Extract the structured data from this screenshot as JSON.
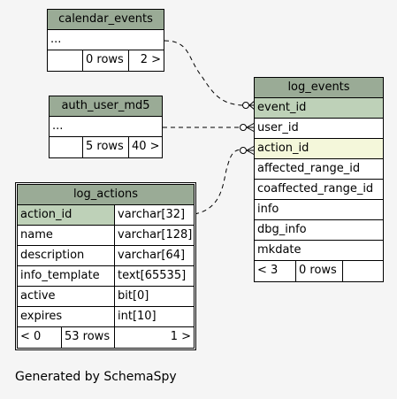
{
  "footer": "Generated by SchemaSpy",
  "calendar_events": {
    "title": "calendar_events",
    "ellipsis": "...",
    "stats": {
      "c1": "",
      "rows": "0 rows",
      "count": "2 >"
    }
  },
  "auth_user_md5": {
    "title": "auth_user_md5",
    "ellipsis": "...",
    "stats": {
      "c1": "",
      "rows": "5 rows",
      "count": "40 >"
    }
  },
  "log_events": {
    "title": "log_events",
    "columns": [
      "event_id",
      "user_id",
      "action_id",
      "affected_range_id",
      "coaffected_range_id",
      "info",
      "dbg_info",
      "mkdate"
    ],
    "stats": {
      "c1": "< 3",
      "rows": "0 rows",
      "count": ""
    }
  },
  "log_actions": {
    "title": "log_actions",
    "columns": [
      {
        "name": "action_id",
        "type": "varchar[32]"
      },
      {
        "name": "name",
        "type": "varchar[128]"
      },
      {
        "name": "description",
        "type": "varchar[64]"
      },
      {
        "name": "info_template",
        "type": "text[65535]"
      },
      {
        "name": "active",
        "type": "bit[0]"
      },
      {
        "name": "expires",
        "type": "int[10]"
      }
    ],
    "stats": {
      "c1": "< 0",
      "rows": "53 rows",
      "count": "1 >"
    }
  }
}
